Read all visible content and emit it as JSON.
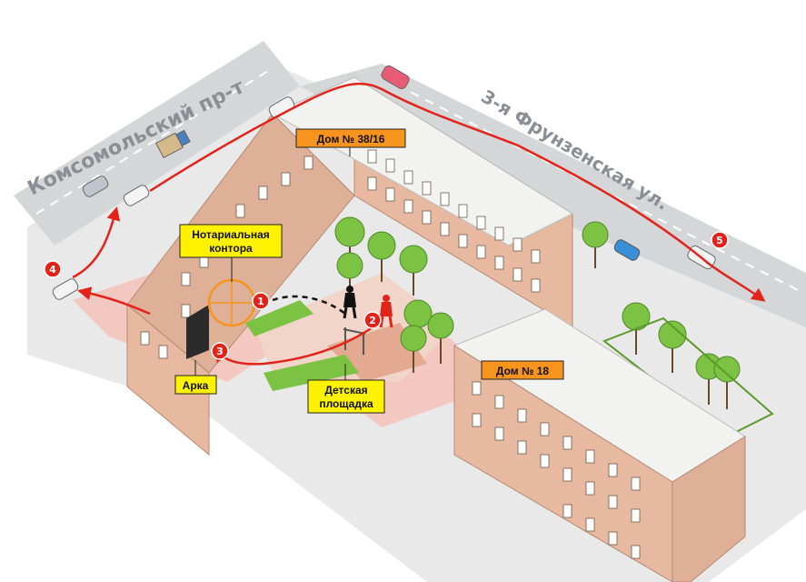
{
  "streets": {
    "komsomolsky": "Комсомольский пр-т",
    "frunzenskaya": "3-я Фрунзенская ул."
  },
  "labels": {
    "building_38": "Дом № 38/16",
    "building_18": "Дом № 18",
    "notary_line1": "Нотариальная",
    "notary_line2": "контора",
    "arch": "Арка",
    "playground_line1": "Детская",
    "playground_line2": "площадка"
  },
  "route_points": [
    "1",
    "2",
    "3",
    "4",
    "5"
  ],
  "icons": [
    "car-icon",
    "truck-icon",
    "tree-icon",
    "person-icon",
    "swing-icon"
  ],
  "colors": {
    "route": "#e2231a",
    "label_yellow": "#fff200",
    "label_orange": "#f7941d",
    "brick": "#e7b9a0",
    "roof": "#f2f2f0",
    "road": "#d4d6d8",
    "grass": "#7cc243"
  }
}
